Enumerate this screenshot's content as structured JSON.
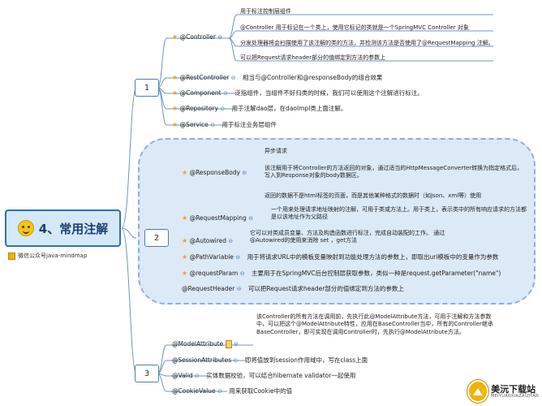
{
  "root": {
    "title": "4、常用注解",
    "note": "微信公众号java-mindmap"
  },
  "groups": [
    "1",
    "2",
    "3"
  ],
  "g1": {
    "controller": {
      "label": "@Controller",
      "details": [
        "用于标注控制层组件",
        "@Controller 用于标记在一个类上，使用它标记的类就是一个SpringMVC Controller 对象",
        "分发处理器将会扫描使用了该注解的类的方法，并检测该方法是否使用了@RequestMapping 注解。",
        "可以把Request请求header部分的值绑定到方法的参数上"
      ]
    },
    "restcontroller": {
      "label": "@RestController",
      "desc": "相当与@Controller和@responseBody的组合效果"
    },
    "component": {
      "label": "@Component",
      "desc": "泛指组件，当组件不好归类的时候，我们可以使用这个注解进行标注。"
    },
    "repository": {
      "label": "@Repository",
      "desc": "用于注解dao层，在daoImpl类上面注解。"
    },
    "service": {
      "label": "@Service",
      "desc": "用于标注业务层组件"
    }
  },
  "g2": {
    "responsebody": {
      "label": "@ResponseBody",
      "details": [
        "异步请求",
        "该注解用于将Controller的方法返回的对象，通过适当的HttpMessageConverter转换为指定格式后，写入到Response对象的body数据区。",
        "返回的数据不是html标签的页面，而是其他某种格式的数据时（如json、xml等）使用"
      ]
    },
    "requestmapping": {
      "label": "@RequestMapping",
      "desc": "一个用来处理请求地址映射的注解，可用于类或方法上。用于类上，表示类中的所有响应请求的方法都是以该地址作为父路径"
    },
    "autowired": {
      "label": "@Autowired",
      "desc": "它可以对类成员变量、方法及构造函数进行标注，完成自动装配的工作。 通过 @Autowired的使用来消除 set ，get方法"
    },
    "pathvariable": {
      "label": "@PathVariable",
      "desc": "用于将请求URL中的模板变量映射到功能处理方法的参数上，即取出uri模板中的变量作为参数"
    },
    "requestparam": {
      "label": "@requestParam",
      "desc": "主要用于在SpringMVC后台控制层获取参数，类似一种是request.getParameter(\"name\")"
    },
    "requestheader": {
      "label": "@RequestHeader",
      "desc": "可以把Request请求header部分的值绑定到方法的参数上"
    }
  },
  "g3": {
    "modelattribute": {
      "label": "@ModelAttribute",
      "desc": "该Controller的所有方法在调用前，先执行此@ModelAttribute方法，可用于注解和方法参数中，可以把这个@ModelAttribute特性，应用在BaseController当中，所有的Controller继承BaseController，即可实现在调用Controller时，先执行@ModelAttribute方法。"
    },
    "sessionattributes": {
      "label": "@SessionAttributes",
      "desc": "即将值放到session作用域中，写在class上面"
    },
    "valid": {
      "label": "@Valid",
      "desc": "实体数据校验，可以结合hibernate validator一起使用"
    },
    "cookievalue": {
      "label": "@CookieValue",
      "desc": "用来获取Cookie中的值"
    }
  },
  "watermark": {
    "title": "美沅下载站",
    "subtitle": "MEIYUANXIAZAIZHAN"
  },
  "colors": {
    "line": "#4d7fb0",
    "star": "#f3a300",
    "root_fill": "#d4e8f7",
    "cloud_fill": "#dce9f7"
  }
}
